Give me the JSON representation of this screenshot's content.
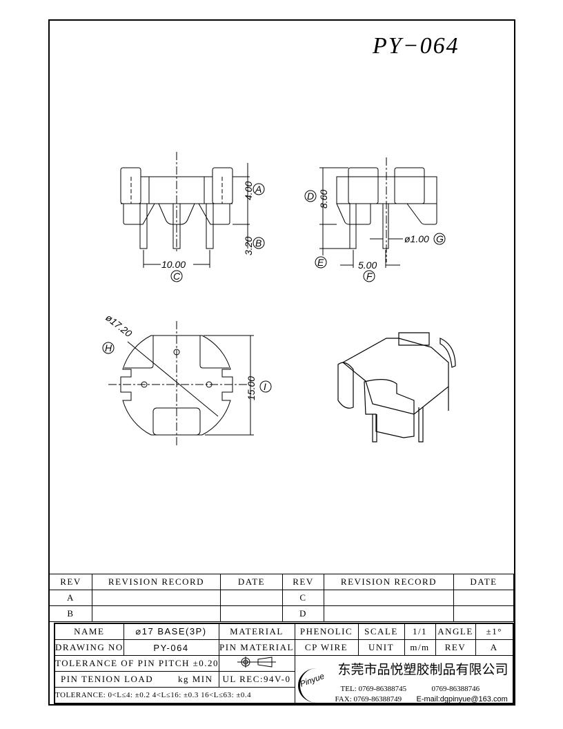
{
  "title": "PY−064",
  "dims": {
    "a": "4.00",
    "b": "3.20",
    "c": "10.00",
    "d": "8.60",
    "f": "5.00",
    "g": "ø1.00",
    "h": "ø17.20",
    "i": "15.00",
    "labels": {
      "A": "A",
      "B": "B",
      "C": "C",
      "D": "D",
      "E": "E",
      "F": "F",
      "G": "G",
      "H": "H",
      "I": "I"
    }
  },
  "revision": {
    "headers": [
      "REV",
      "REVISION RECORD",
      "DATE",
      "REV",
      "REVISION RECORD",
      "DATE"
    ],
    "rows": [
      [
        "A",
        "",
        "",
        "C",
        "",
        ""
      ],
      [
        "B",
        "",
        "",
        "D",
        "",
        ""
      ]
    ]
  },
  "titleblock": {
    "name_label": "NAME",
    "name_value": "⌀17 BASE(3P)",
    "material_label": "MATERIAL",
    "material_value": "PHENOLIC",
    "scale_label": "SCALE",
    "scale_value": "1/1",
    "angle_label": "ANGLE",
    "angle_value": "±1°",
    "drawing_label": "DRAWING NO.",
    "drawing_value": "PY-064",
    "pin_material_label": "PIN MATERIAL",
    "pin_material_value": "CP WIRE",
    "unit_label": "UNIT",
    "unit_value": "m/m",
    "rev_label": "REV",
    "rev_value": "A",
    "pitch_tolerance": "TOLERANCE OF PIN PITCH ±0.20",
    "pin_load_label": "PIN TENION LOAD",
    "pin_load_unit": "kg MIN",
    "ul": "UL REC:94V-0",
    "tolerance": "TOLERANCE: 0<L≤4: ±0.2   4<L≤16: ±0.3   16<L≤63: ±0.4",
    "company": "东莞市品悦塑胶制品有限公司",
    "logo_text": "Pinyue",
    "tel": "TEL: 0769-86388745",
    "tel2": "0769-86388746",
    "fax": "FAX: 0769-86388749",
    "email": "E-mail:dgpinyue@163.com"
  }
}
